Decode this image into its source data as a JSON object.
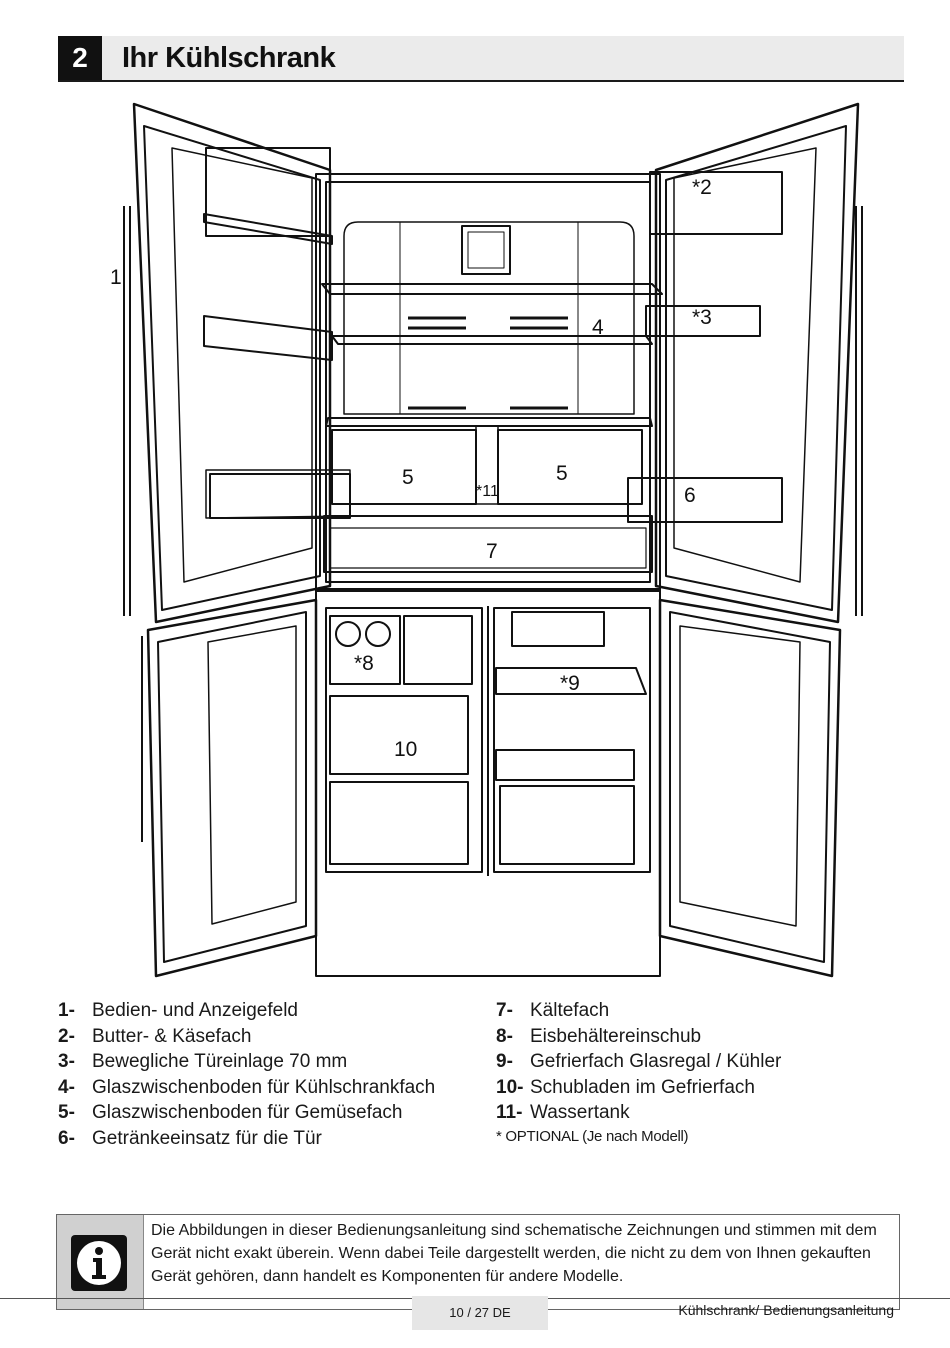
{
  "header": {
    "number": "2",
    "title": "Ihr Kühlschrank"
  },
  "diagram": {
    "labels": {
      "l1": "1",
      "l2": "*2",
      "l3": "*3",
      "l4": "4",
      "l5a": "5",
      "l5b": "5",
      "l6": "6",
      "l7": "7",
      "l8": "*8",
      "l9": "*9",
      "l10": "10",
      "l11": "*11"
    }
  },
  "legend": {
    "left": [
      {
        "num": "1-",
        "text": "Bedien- und Anzeigefeld"
      },
      {
        "num": "2-",
        "text": "Butter- & Käsefach"
      },
      {
        "num": "3-",
        "text": "Bewegliche Türeinlage 70 mm"
      },
      {
        "num": "4-",
        "text": "Glaszwischenboden für Kühlschrankfach"
      },
      {
        "num": "5-",
        "text": "Glaszwischenboden für Gemüsefach"
      },
      {
        "num": "6-",
        "text": "Getränkeeinsatz für die Tür"
      }
    ],
    "right": [
      {
        "num": "7-",
        "text": "Kältefach"
      },
      {
        "num": "8-",
        "text": "Eisbehältereinschub"
      },
      {
        "num": "9-",
        "text": "Gefrierfach Glasregal / Kühler"
      },
      {
        "num": "10-",
        "text": "Schubladen im Gefrierfach"
      },
      {
        "num": "11-",
        "text": "Wassertank"
      }
    ],
    "note": "* OPTIONAL (Je nach Modell)"
  },
  "info": {
    "icon": "info-icon",
    "text": "Die Abbildungen in dieser Bedienungsanleitung sind schematische Zeichnungen und stimmen mit dem Gerät nicht exakt überein. Wenn dabei Teile dargestellt werden, die nicht zu dem von Ihnen gekauften Gerät gehören, dann handelt es Komponenten für andere Modelle."
  },
  "footer": {
    "page": "10 / 27 DE",
    "doc_title": "Kühlschrank/ Bedienungsanleitung"
  }
}
